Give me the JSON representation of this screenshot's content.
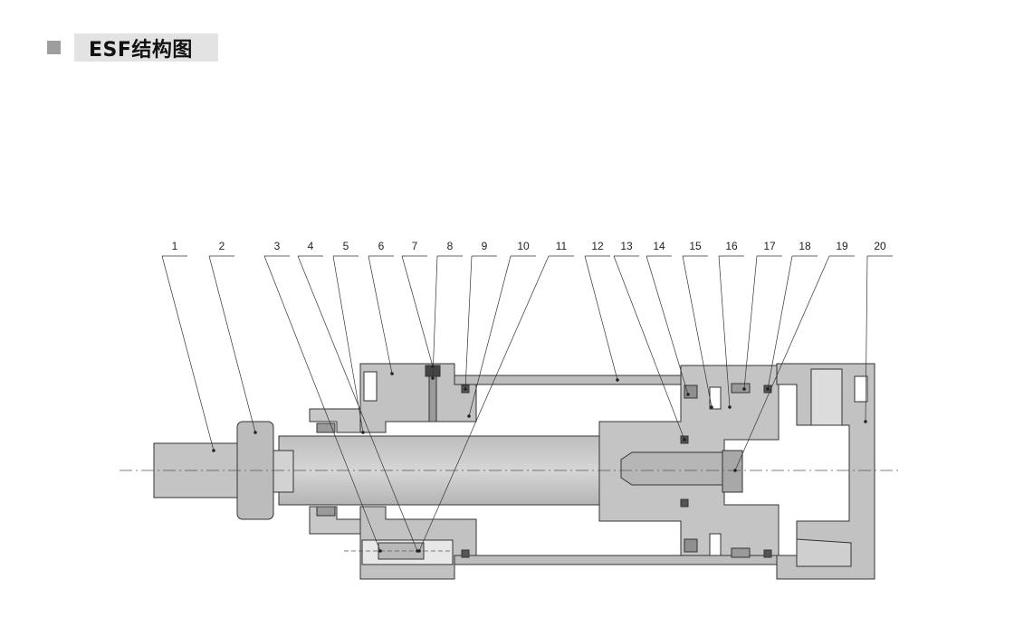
{
  "title": "ESF结构图",
  "part_numbers": [
    "1",
    "2",
    "3",
    "4",
    "5",
    "6",
    "7",
    "8",
    "9",
    "10",
    "11",
    "12",
    "13",
    "14",
    "15",
    "16",
    "17",
    "18",
    "19",
    "20"
  ]
}
